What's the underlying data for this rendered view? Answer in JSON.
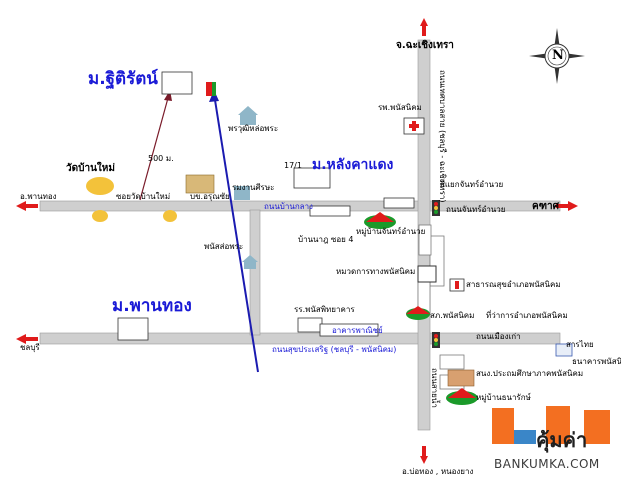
{
  "compass": {
    "north_label": "N"
  },
  "labels": {
    "top_road": "จ.ฉะเชิงเทรา",
    "village_top": "ม.ฐิติรัตน์",
    "hospital": "รพ.พนัสนิคม",
    "police": "พรวุฒิหล่อพระ",
    "distance": "500 ม.",
    "temple_ban_mai": "วัดบ้านใหม่",
    "soi_temple": "ซอยวัดบ้านใหม่",
    "shrine": "บข.อรุณซัย",
    "school_market": "รมงานศีรษะ",
    "soi_17": "17/1",
    "village_lang": "ม.หลังคาแดง",
    "junction": "สี่แยกจันทร์อำนวย",
    "road_chan": "ถนนจันทร์อำนวย",
    "west_road": "อ.พานทอง",
    "road_ban_klang": "ถนนบ้านกลาง",
    "kathat": "คฑาศ",
    "bangbon": "หมู่บ้านจันทร์อำนวย",
    "soi4": "บ้านนาฎ ซอย 4",
    "pan_sat": "พนัสส่อพระ",
    "center_house": "หมวดการทางพนัสนิคม",
    "public_health": "สาธารณสุขอำเภอพนัสนิคม",
    "village_pan": "ม.พานทอง",
    "school_pan": "รร.พนัสพิทยาคาร",
    "school_building": "อาคารพาณิชย์",
    "district_office": "ที่ว่าการอำเภอพนัสนิคม",
    "police_station": "สภ.พนัสนิคม",
    "road_sukhaprasert": "ถนนสุขประเสริฐ (ชลบุรี - พนัสนิคม)",
    "road_mueang_kao": "ถนนเมืองเก่า",
    "chonburi": "ชลบุรี",
    "bank": "ธนาคารพนัสนิคม",
    "school_primary": "สนง.ประถมศึกษาภาคพนัสนิคม",
    "village_rak": "หมู่บ้านธนารักษ์",
    "road_south": "อ.บ่อทอง , หนองยาง",
    "road_vert_right": "ถนนเทศบาลสาย (ชลบุรี - ฉะเชิงเทรา)",
    "road_vert_lower": "ถนนสายน้ำ",
    "sign_sarai": "สารไทย"
  },
  "logo": {
    "text": "คุ้มค่า",
    "url": "BANKUMKA.COM",
    "orange": "#f36f21",
    "blue": "#3a86c8"
  },
  "colors": {
    "road": "#c8c8c8",
    "road_edge": "#9a9a9a",
    "arrow_red": "#e01b1b",
    "route_blue": "#1b1bb0",
    "route_red": "#b01b3a"
  }
}
